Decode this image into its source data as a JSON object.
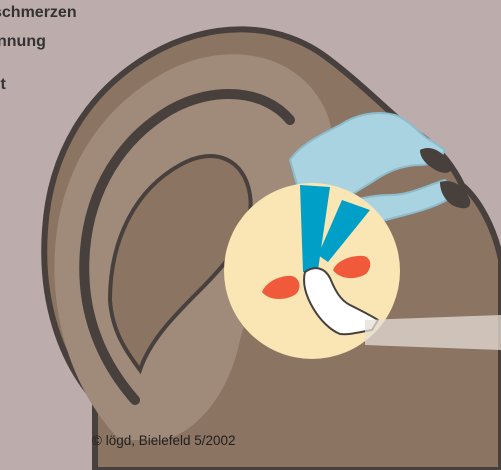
{
  "labels": {
    "line_1": "schmerzen",
    "line_2": "nnung",
    "line_3": "it"
  },
  "copyright": "© lögd, Bielefeld 5/2002",
  "colors": {
    "background": "#bcacab",
    "head_skin": "#8c7463",
    "head_outline": "#47403d",
    "ear_shading": "#a08a79",
    "inset_circle": "#f9e6b4",
    "eustachian_tube_light": "#a9d3e0",
    "eustachian_tube_dark": "#009fc8",
    "inflamed_spots": "#f05a3a",
    "tooth_white": "#ffffff"
  }
}
